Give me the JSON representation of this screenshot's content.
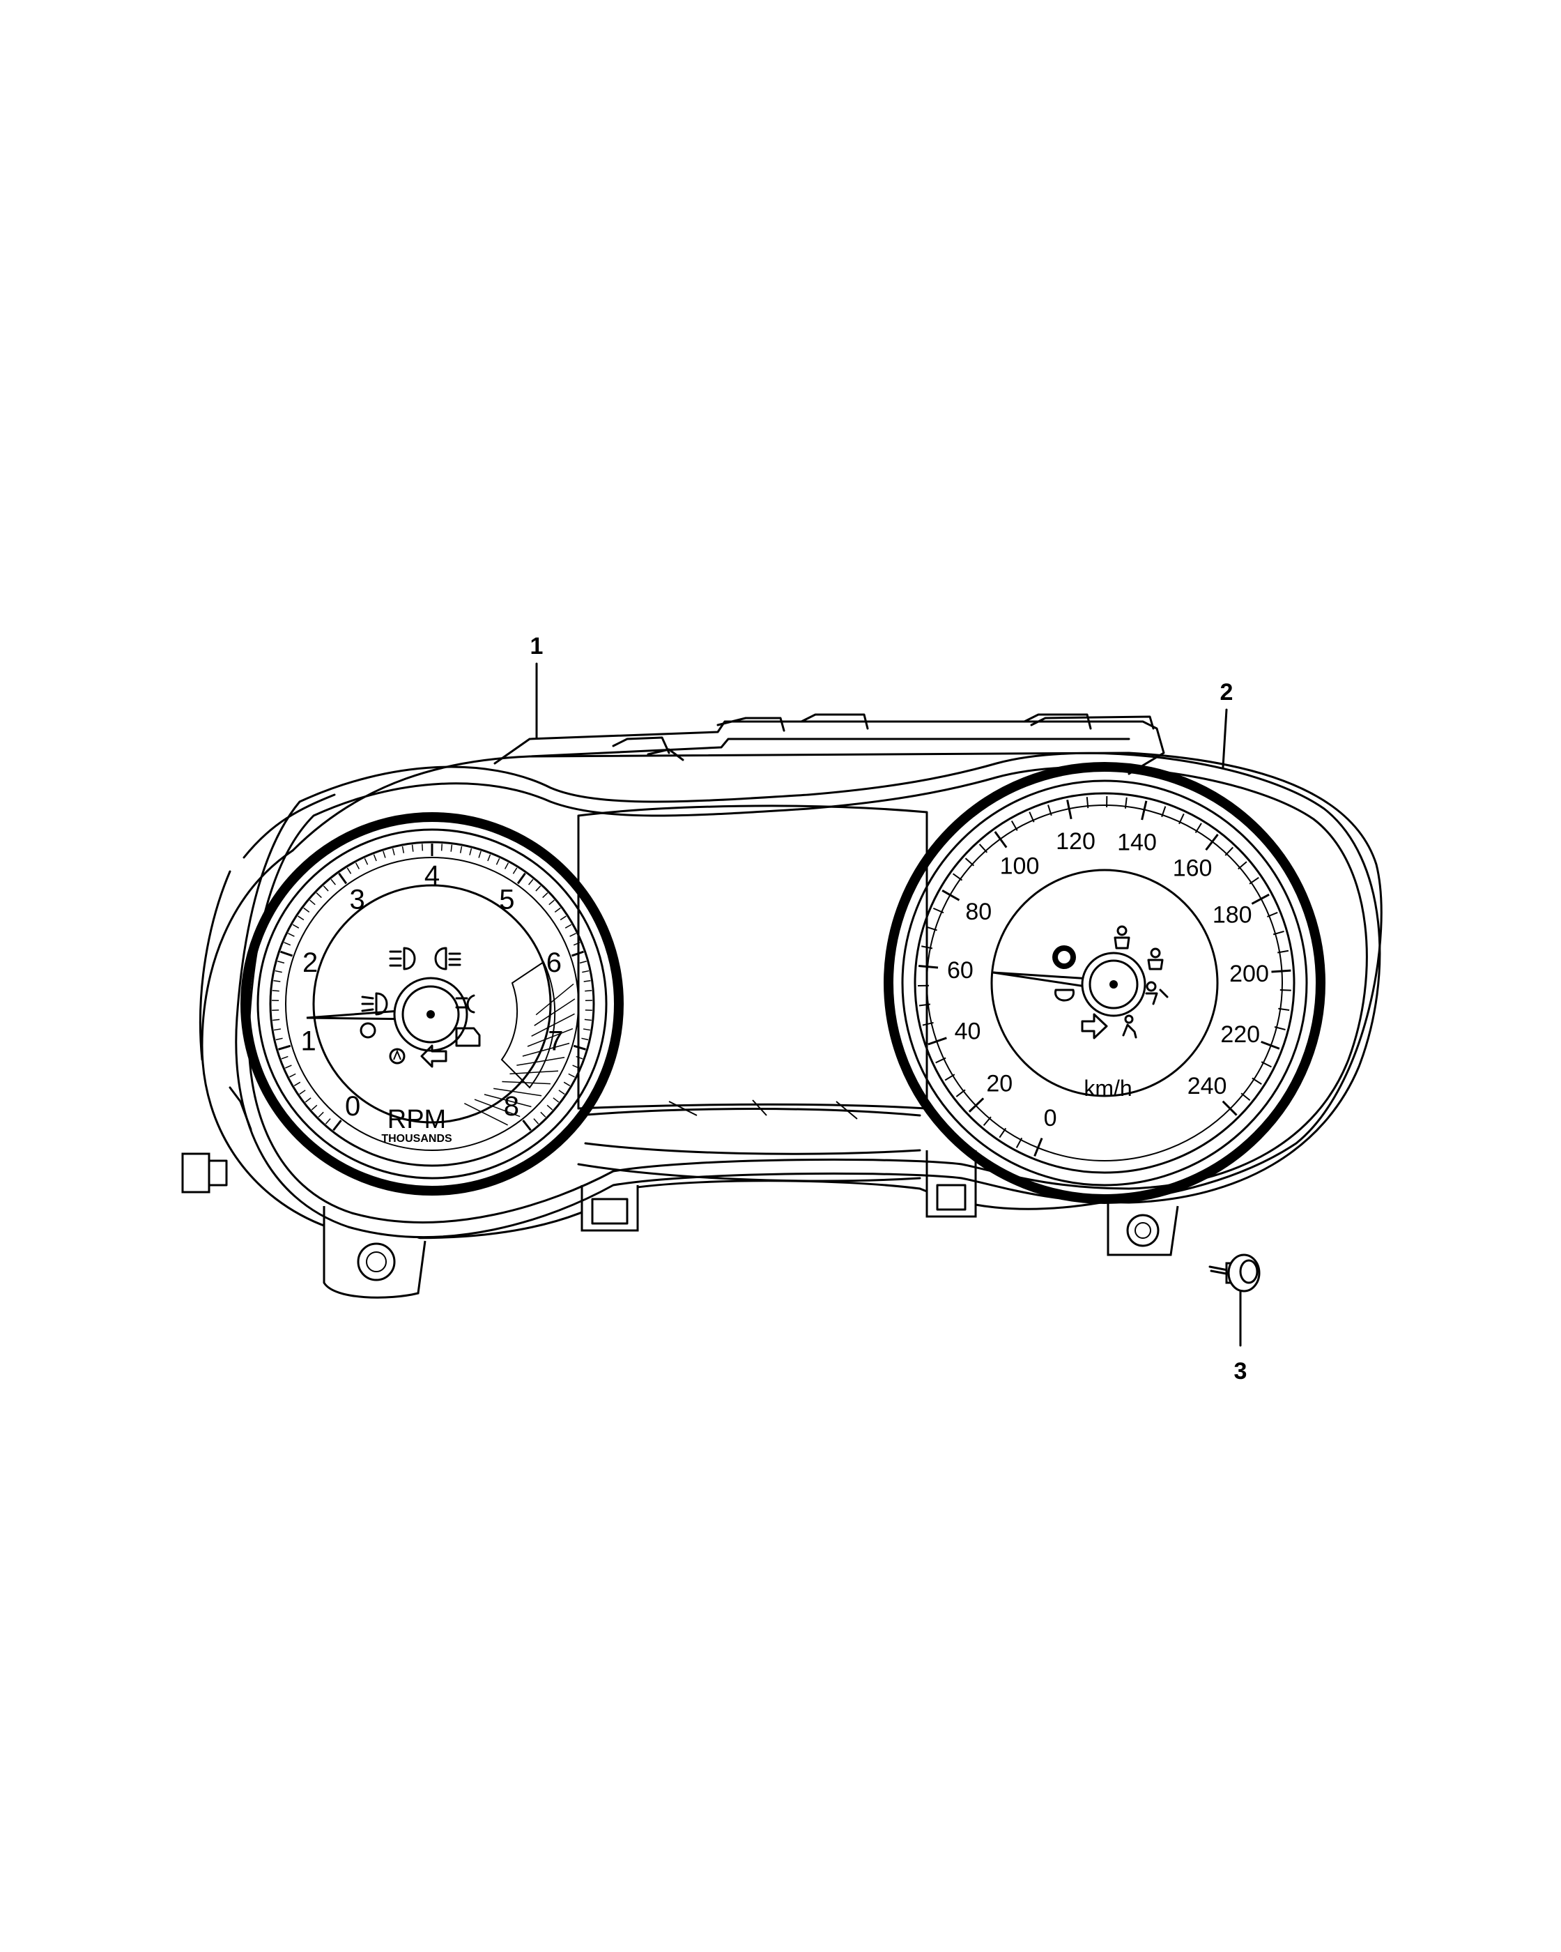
{
  "callouts": [
    {
      "id": "1"
    },
    {
      "id": "2"
    },
    {
      "id": "3"
    }
  ],
  "tachometer": {
    "scale_labels": [
      "0",
      "1",
      "2",
      "3",
      "4",
      "5",
      "6",
      "7",
      "8"
    ],
    "unit_label": "RPM",
    "unit_sublabel": "THOUSANDS"
  },
  "speedometer": {
    "scale_labels": [
      "0",
      "20",
      "40",
      "60",
      "80",
      "100",
      "120",
      "140",
      "160",
      "180",
      "200",
      "220",
      "240"
    ],
    "unit_label": "km/h"
  }
}
